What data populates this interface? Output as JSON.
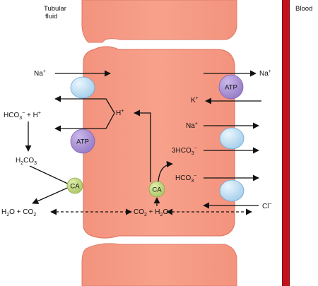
{
  "labels": {
    "tubular_fluid": "Tubular fluid",
    "blood": "Blood"
  },
  "lumen_side": {
    "na": "Na+",
    "hco3_h": "HCO3− + H+",
    "h2co3": "H2CO3",
    "h2o_co2": "H2O + CO2"
  },
  "cell": {
    "h": "H+",
    "co2_h2o": "CO2 + H2O",
    "ca_lumen": "CA",
    "ca_cell": "CA",
    "atp_lumen": "ATP"
  },
  "blood_side": {
    "na_out": "Na+",
    "atp": "ATP",
    "k": "K+",
    "na_in": "Na+",
    "hco3_3": "3HCO3−",
    "hco3": "HCO3−",
    "cl": "Cl−"
  },
  "colors": {
    "cell_fill": "#f08c78",
    "cell_edge": "#e27a66",
    "blood_vessel": "#c4121c",
    "transporter": "#b9dcf2",
    "atp": "#a78fcf",
    "carbonic_anhydrase": "#bcd67c"
  }
}
